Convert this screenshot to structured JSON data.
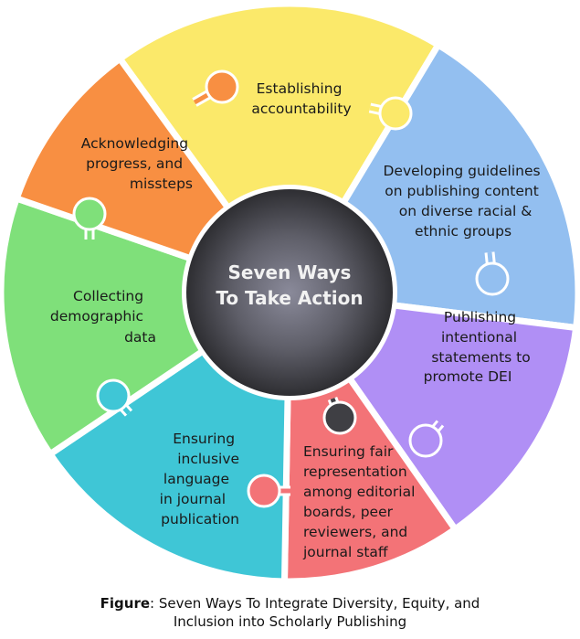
{
  "hub": {
    "line1": "Seven Ways",
    "line2": "To Take Action",
    "color": "#4a4a52"
  },
  "segments": [
    {
      "id": "accountability",
      "lines": [
        "Establishing",
        "accountability"
      ],
      "color": "#fbe96a",
      "color_light": "#fff3a0"
    },
    {
      "id": "guidelines",
      "lines": [
        "Developing guidelines",
        "on publishing content",
        "on diverse racial &",
        "ethnic groups"
      ],
      "color": "#93bff0",
      "color_light": "#a9cdf4"
    },
    {
      "id": "statements",
      "lines": [
        "Publishing",
        "intentional",
        "statements to",
        "promote DEI"
      ],
      "color": "#b08ff5",
      "color_light": "#bfa3f7"
    },
    {
      "id": "representation",
      "lines": [
        "Ensuring fair",
        "representation",
        "among editorial",
        "boards, peer",
        "reviewers, and",
        "journal staff"
      ],
      "color": "#f37377",
      "color_light": "#f78a8d"
    },
    {
      "id": "language",
      "lines": [
        "Ensuring",
        "inclusive",
        "language",
        "in journal",
        "publication"
      ],
      "color": "#3fc6d6",
      "color_light": "#55cfdd"
    },
    {
      "id": "demographic",
      "lines": [
        "Collecting",
        "demographic",
        "data"
      ],
      "color": "#7fe07a",
      "color_light": "#93e88e"
    },
    {
      "id": "acknowledging",
      "lines": [
        "Acknowledging",
        "progress, and",
        "missteps"
      ],
      "color": "#f88f42",
      "color_light": "#f9a565"
    }
  ],
  "caption": {
    "label": "Figure",
    "text": ": Seven Ways To Integrate Diversity, Equity, and",
    "line2": "Inclusion into Scholarly Publishing"
  }
}
